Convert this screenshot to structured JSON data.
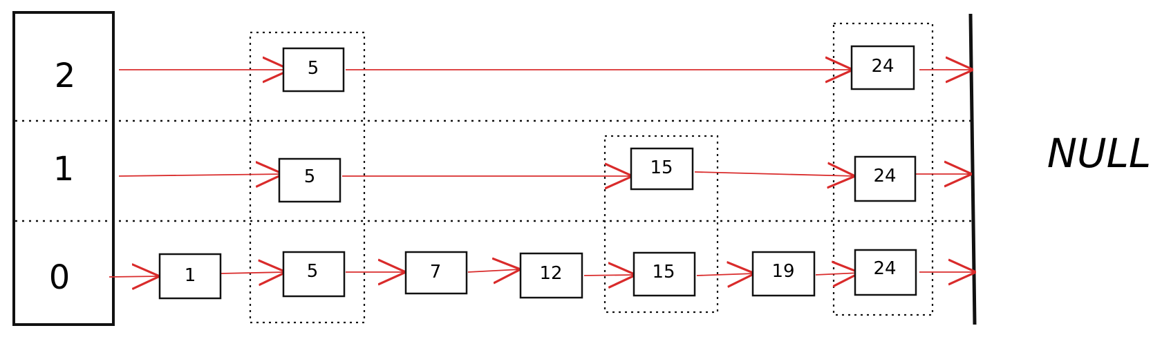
{
  "colors": {
    "ink": "#111111",
    "pointer": "#d92b2b",
    "background": "#ffffff"
  },
  "null_label": "NULL",
  "levels": [
    {
      "label": "2",
      "nodes": [
        "5",
        "24"
      ]
    },
    {
      "label": "1",
      "nodes": [
        "5",
        "15",
        "24"
      ]
    },
    {
      "label": "0",
      "nodes": [
        "1",
        "5",
        "7",
        "12",
        "15",
        "19",
        "24"
      ]
    }
  ]
}
